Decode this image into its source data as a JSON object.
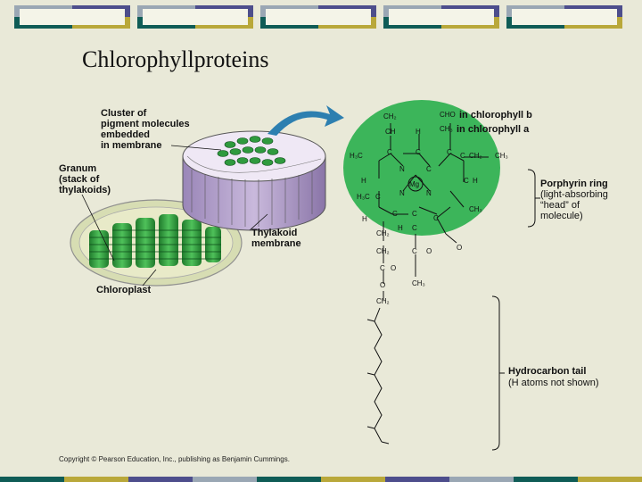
{
  "slide": {
    "title": "Chlorophyllproteins",
    "copyright": "Copyright © Pearson Education, Inc., publishing as Benjamin Cummings."
  },
  "labels": {
    "cluster": [
      "Cluster of",
      "pigment molecules",
      "embedded",
      "in membrane"
    ],
    "granum": [
      "Granum",
      "(stack of",
      "thylakoids)"
    ],
    "thylakoid": [
      "Thylakoid",
      "membrane"
    ],
    "chloroplast": "Chloroplast",
    "chl_b_group": "CHO",
    "chl_b": "in chlorophyll b",
    "chl_a_group": "CH₃",
    "chl_a": "in chlorophyll a",
    "porphyrin": [
      "Porphyrin ring",
      "(light-absorbing",
      "“head” of",
      "molecule)"
    ],
    "hydrocarbon": [
      "Hydrocarbon tail",
      "(H atoms not shown)"
    ]
  },
  "chem": {
    "mg": "Mg",
    "atoms": [
      "CH₂",
      "CH",
      "H",
      "C",
      "C",
      "C",
      "N",
      "C",
      "C",
      "C",
      "C",
      "CH₂",
      "CH₃",
      "H₃C",
      "H",
      "N",
      "N",
      "C",
      "H",
      "H₃C",
      "C",
      "N",
      "C",
      "C",
      "CH₃",
      "H",
      "C",
      "C",
      "C",
      "H",
      "C",
      "CH₂",
      "H",
      "C",
      "O",
      "CH₂",
      "C",
      "O",
      "O",
      "CH₃",
      "C",
      "O",
      "O",
      "CH₂"
    ]
  },
  "colors": {
    "accent_blue": "#4d4e8c",
    "accent_teal": "#0f5c56",
    "accent_gold": "#b9a83a",
    "accent_gray": "#9aa7b4",
    "ring_green": "#3cb55a",
    "arrow_blue": "#2d7fb0"
  }
}
